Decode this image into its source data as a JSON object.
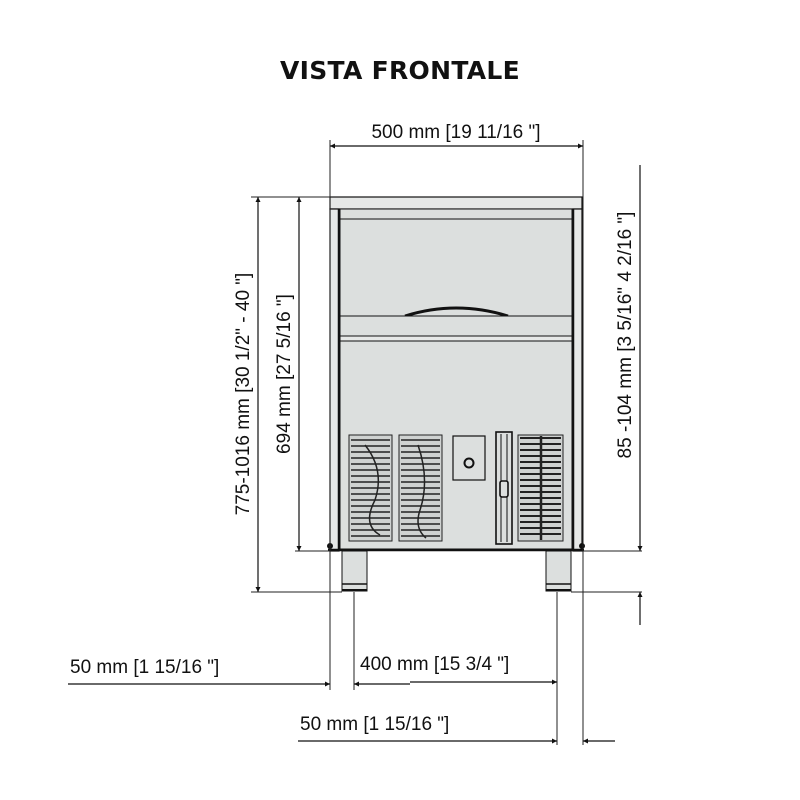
{
  "title": "VISTA FRONTALE",
  "dimensions": {
    "width_top": "500 mm [19 11/16 \"]",
    "total_height": "775-1016 mm [30 1/2\" - 40 \"]",
    "body_height": "694 mm [27 5/16 \"]",
    "leg_height": "85 -104 mm [3 5/16\" 4 2/16 \"]",
    "left_offset": "50 mm [1 15/16 \"]",
    "leg_spacing": "400 mm [15 3/4 \"]",
    "right_offset": "50 mm [1 15/16 \"]"
  },
  "colors": {
    "panel": "#dcdfde",
    "frame": "#e6e8e7",
    "line": "#111111"
  }
}
